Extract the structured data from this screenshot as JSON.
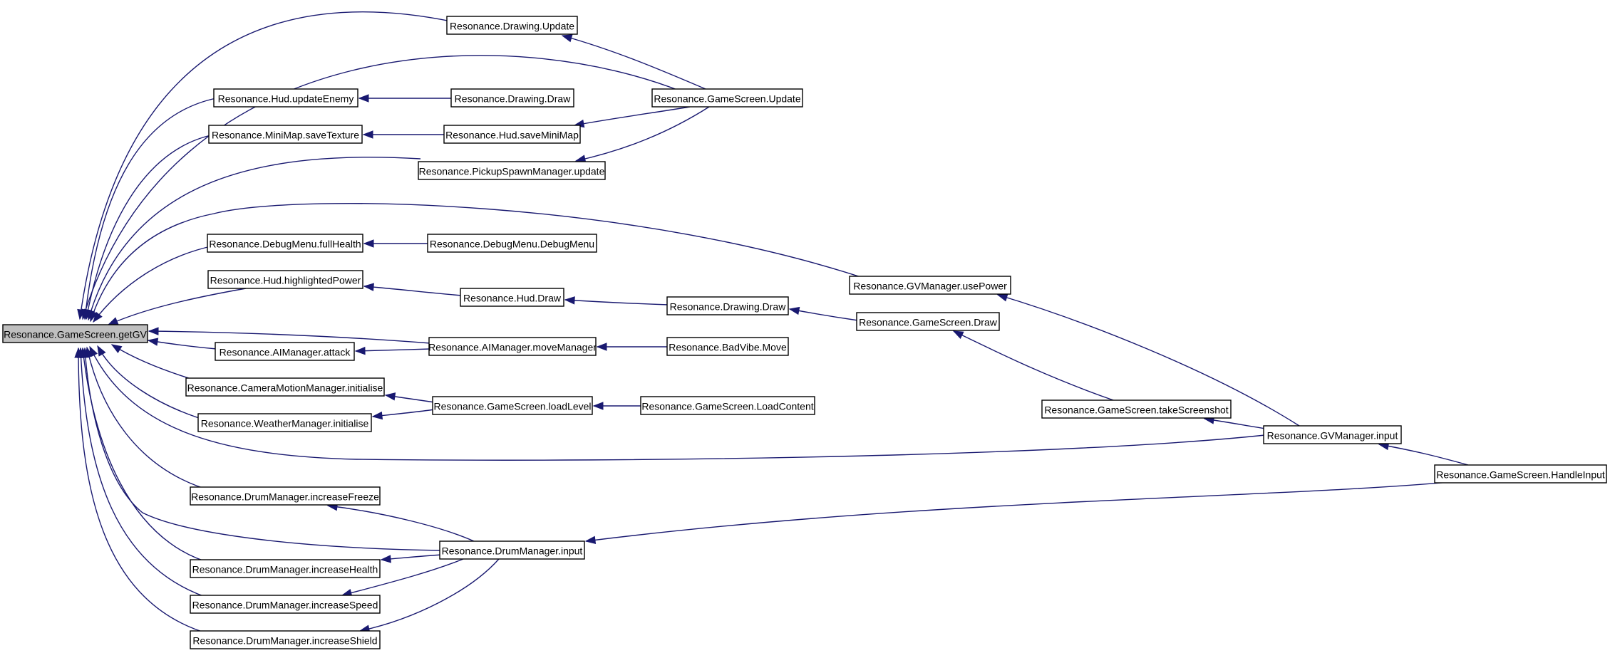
{
  "diagram": {
    "edge_color": "#191970",
    "root_fill": "#bfbfbf",
    "nodes": [
      {
        "id": "getGV",
        "label": "Resonance.GameScreen.getGV"
      },
      {
        "id": "drawingUpdate",
        "label": "Resonance.Drawing.Update"
      },
      {
        "id": "hudUpdateEnemy",
        "label": "Resonance.Hud.updateEnemy"
      },
      {
        "id": "drawingDraw1",
        "label": "Resonance.Drawing.Draw"
      },
      {
        "id": "gsUpdate",
        "label": "Resonance.GameScreen.Update"
      },
      {
        "id": "miniMapSaveTexture",
        "label": "Resonance.MiniMap.saveTexture"
      },
      {
        "id": "hudSaveMiniMap",
        "label": "Resonance.Hud.saveMiniMap"
      },
      {
        "id": "pickupUpdate",
        "label": "Resonance.PickupSpawnManager.update"
      },
      {
        "id": "debugFullHealth",
        "label": "Resonance.DebugMenu.fullHealth"
      },
      {
        "id": "debugDebugMenu",
        "label": "Resonance.DebugMenu.DebugMenu"
      },
      {
        "id": "gvUsePower",
        "label": "Resonance.GVManager.usePower"
      },
      {
        "id": "hudHighlightedPower",
        "label": "Resonance.Hud.highlightedPower"
      },
      {
        "id": "hudDraw",
        "label": "Resonance.Hud.Draw"
      },
      {
        "id": "drawingDraw2",
        "label": "Resonance.Drawing.Draw"
      },
      {
        "id": "gsDraw",
        "label": "Resonance.GameScreen.Draw"
      },
      {
        "id": "aiAttack",
        "label": "Resonance.AIManager.attack"
      },
      {
        "id": "aiMoveManager",
        "label": "Resonance.AIManager.moveManager"
      },
      {
        "id": "badVibeMove",
        "label": "Resonance.BadVibe.Move"
      },
      {
        "id": "cameraInit",
        "label": "Resonance.CameraMotionManager.initialise"
      },
      {
        "id": "gsLoadLevel",
        "label": "Resonance.GameScreen.loadLevel"
      },
      {
        "id": "gsLoadContent",
        "label": "Resonance.GameScreen.LoadContent"
      },
      {
        "id": "weatherInit",
        "label": "Resonance.WeatherManager.initialise"
      },
      {
        "id": "gsTakeScreenshot",
        "label": "Resonance.GameScreen.takeScreenshot"
      },
      {
        "id": "gvInput",
        "label": "Resonance.GVManager.input"
      },
      {
        "id": "gsHandleInput",
        "label": "Resonance.GameScreen.HandleInput"
      },
      {
        "id": "drumIncreaseFreeze",
        "label": "Resonance.DrumManager.increaseFreeze"
      },
      {
        "id": "drumInput",
        "label": "Resonance.DrumManager.input"
      },
      {
        "id": "drumIncreaseHealth",
        "label": "Resonance.DrumManager.increaseHealth"
      },
      {
        "id": "drumIncreaseSpeed",
        "label": "Resonance.DrumManager.increaseSpeed"
      },
      {
        "id": "drumIncreaseShield",
        "label": "Resonance.DrumManager.increaseShield"
      }
    ],
    "edges": [
      {
        "from": "drawingUpdate",
        "to": "getGV"
      },
      {
        "from": "gsUpdate",
        "to": "getGV"
      },
      {
        "from": "hudUpdateEnemy",
        "to": "getGV"
      },
      {
        "from": "miniMapSaveTexture",
        "to": "getGV"
      },
      {
        "from": "pickupUpdate",
        "to": "getGV"
      },
      {
        "from": "gvUsePower",
        "to": "getGV"
      },
      {
        "from": "debugFullHealth",
        "to": "getGV"
      },
      {
        "from": "hudHighlightedPower",
        "to": "getGV"
      },
      {
        "from": "aiMoveManager",
        "to": "getGV"
      },
      {
        "from": "aiAttack",
        "to": "getGV"
      },
      {
        "from": "cameraInit",
        "to": "getGV"
      },
      {
        "from": "weatherInit",
        "to": "getGV"
      },
      {
        "from": "gvInput",
        "to": "getGV"
      },
      {
        "from": "drumIncreaseFreeze",
        "to": "getGV"
      },
      {
        "from": "drumInput",
        "to": "getGV"
      },
      {
        "from": "drumIncreaseHealth",
        "to": "getGV"
      },
      {
        "from": "drumIncreaseSpeed",
        "to": "getGV"
      },
      {
        "from": "drumIncreaseShield",
        "to": "getGV"
      },
      {
        "from": "gsUpdate",
        "to": "drawingUpdate"
      },
      {
        "from": "drawingDraw1",
        "to": "hudUpdateEnemy"
      },
      {
        "from": "hudSaveMiniMap",
        "to": "miniMapSaveTexture"
      },
      {
        "from": "gsUpdate",
        "to": "hudSaveMiniMap"
      },
      {
        "from": "gsUpdate",
        "to": "pickupUpdate"
      },
      {
        "from": "debugDebugMenu",
        "to": "debugFullHealth"
      },
      {
        "from": "hudDraw",
        "to": "hudHighlightedPower"
      },
      {
        "from": "drawingDraw2",
        "to": "hudDraw"
      },
      {
        "from": "gsDraw",
        "to": "drawingDraw2"
      },
      {
        "from": "gsTakeScreenshot",
        "to": "gsDraw"
      },
      {
        "from": "gvInput",
        "to": "gvUsePower"
      },
      {
        "from": "aiMoveManager",
        "to": "aiAttack"
      },
      {
        "from": "badVibeMove",
        "to": "aiMoveManager"
      },
      {
        "from": "gsLoadLevel",
        "to": "cameraInit"
      },
      {
        "from": "gsLoadLevel",
        "to": "weatherInit"
      },
      {
        "from": "gsLoadContent",
        "to": "gsLoadLevel"
      },
      {
        "from": "gvInput",
        "to": "gsTakeScreenshot"
      },
      {
        "from": "gsHandleInput",
        "to": "gvInput"
      },
      {
        "from": "gsHandleInput",
        "to": "drumInput"
      },
      {
        "from": "drumInput",
        "to": "drumIncreaseFreeze"
      },
      {
        "from": "drumInput",
        "to": "drumIncreaseHealth"
      },
      {
        "from": "drumInput",
        "to": "drumIncreaseSpeed"
      },
      {
        "from": "drumInput",
        "to": "drumIncreaseShield"
      }
    ]
  }
}
